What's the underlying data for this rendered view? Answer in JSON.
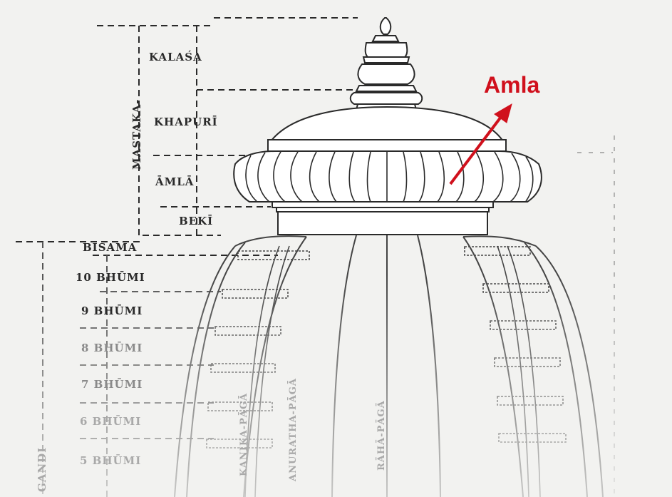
{
  "annotation": {
    "text": "Amla",
    "color": "#d0101c"
  },
  "labels": {
    "kalasa": "KALAŚA",
    "khapuri": "KHAPURĪ",
    "amla": "ĀMLĀ",
    "beki": "BEKĪ",
    "bisama": "BISAMA",
    "mastaka": "MASTAKA-",
    "bhumi10": "10 BHŪMI",
    "bhumi9": "9 BHŪMI",
    "bhumi8": "8 BHŪMI",
    "bhumi7": "7 BHŪMI",
    "bhumi6": "6 BHŪMI",
    "bhumi5": "5 BHŪMI",
    "gandi": "GANDI",
    "kanika_paga": "KANIKA-PĀGĀ",
    "anuratha_paga": "ANURATHA-PĀGĀ",
    "raha_paga": "RĀHĀ-PĀGĀ"
  },
  "colors": {
    "ink": "#2a2a2a",
    "paper": "#f2f2f0",
    "arrow": "#d0101c"
  }
}
